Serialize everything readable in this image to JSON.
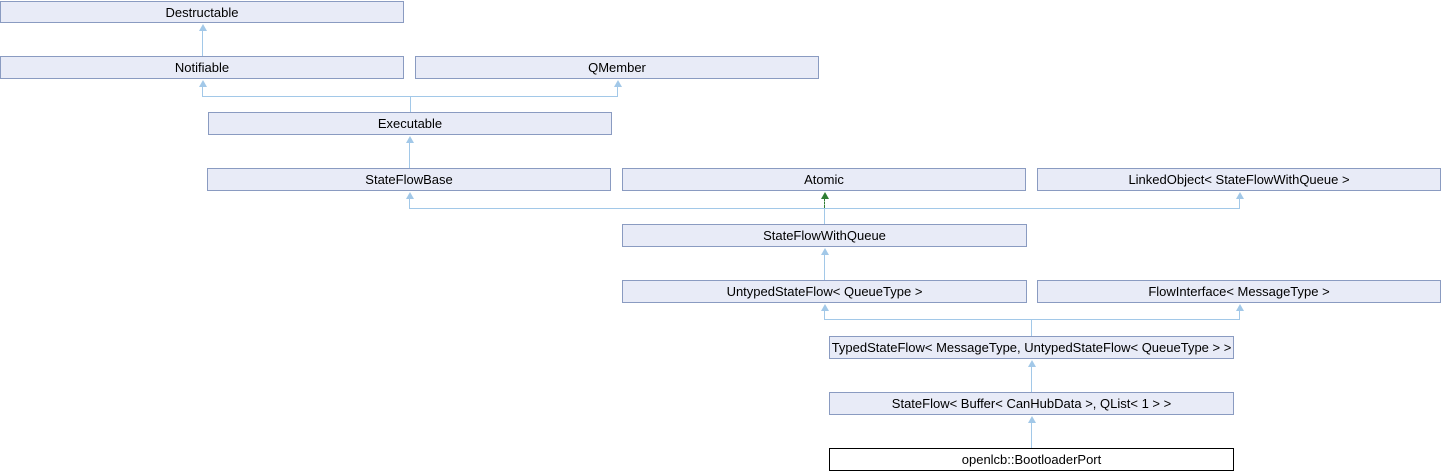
{
  "diagram": {
    "type": "class-inheritance-graph",
    "main_class": "openlcb::BootloaderPort",
    "nodes": [
      {
        "id": "destructable",
        "label": "Destructable"
      },
      {
        "id": "notifiable",
        "label": "Notifiable"
      },
      {
        "id": "qmember",
        "label": "QMember"
      },
      {
        "id": "executable",
        "label": "Executable"
      },
      {
        "id": "stateflowbase",
        "label": "StateFlowBase"
      },
      {
        "id": "atomic",
        "label": "Atomic"
      },
      {
        "id": "linkedobject",
        "label": "LinkedObject< StateFlowWithQueue >"
      },
      {
        "id": "stateflowwithqueue",
        "label": "StateFlowWithQueue"
      },
      {
        "id": "untypedstateflow",
        "label": "UntypedStateFlow< QueueType >"
      },
      {
        "id": "flowinterface",
        "label": "FlowInterface< MessageType >"
      },
      {
        "id": "typedstateflow",
        "label": "TypedStateFlow< MessageType, UntypedStateFlow< QueueType > >"
      },
      {
        "id": "stateflow",
        "label": "StateFlow< Buffer< CanHubData >, QList< 1 > >"
      },
      {
        "id": "bootloaderport",
        "label": "openlcb::BootloaderPort",
        "is_main": true
      }
    ],
    "edges": [
      {
        "from": "notifiable",
        "to": "destructable",
        "style": "solid",
        "relation": "public-inheritance"
      },
      {
        "from": "executable",
        "to": "notifiable",
        "style": "solid",
        "relation": "public-inheritance"
      },
      {
        "from": "executable",
        "to": "qmember",
        "style": "solid",
        "relation": "public-inheritance"
      },
      {
        "from": "stateflowbase",
        "to": "executable",
        "style": "solid",
        "relation": "public-inheritance"
      },
      {
        "from": "stateflowwithqueue",
        "to": "stateflowbase",
        "style": "solid",
        "relation": "public-inheritance"
      },
      {
        "from": "stateflowwithqueue",
        "to": "atomic",
        "style": "dashed",
        "relation": "protected-inheritance"
      },
      {
        "from": "stateflowwithqueue",
        "to": "linkedobject",
        "style": "solid",
        "relation": "public-inheritance"
      },
      {
        "from": "untypedstateflow",
        "to": "stateflowwithqueue",
        "style": "solid",
        "relation": "public-inheritance"
      },
      {
        "from": "typedstateflow",
        "to": "untypedstateflow",
        "style": "solid",
        "relation": "public-inheritance"
      },
      {
        "from": "typedstateflow",
        "to": "flowinterface",
        "style": "solid",
        "relation": "public-inheritance"
      },
      {
        "from": "stateflow",
        "to": "typedstateflow",
        "style": "solid",
        "relation": "public-inheritance"
      },
      {
        "from": "bootloaderport",
        "to": "stateflow",
        "style": "solid",
        "relation": "public-inheritance"
      }
    ],
    "colors": {
      "background": "#FFFFFF",
      "node_fill": "#E8EBF7",
      "node_border": "#8A9BC1",
      "main_node_fill": "#FFFFFF",
      "main_node_border": "#000000",
      "edge_public": "#A2C8E8",
      "edge_protected": "#2E7D32",
      "text": "#000000"
    }
  }
}
